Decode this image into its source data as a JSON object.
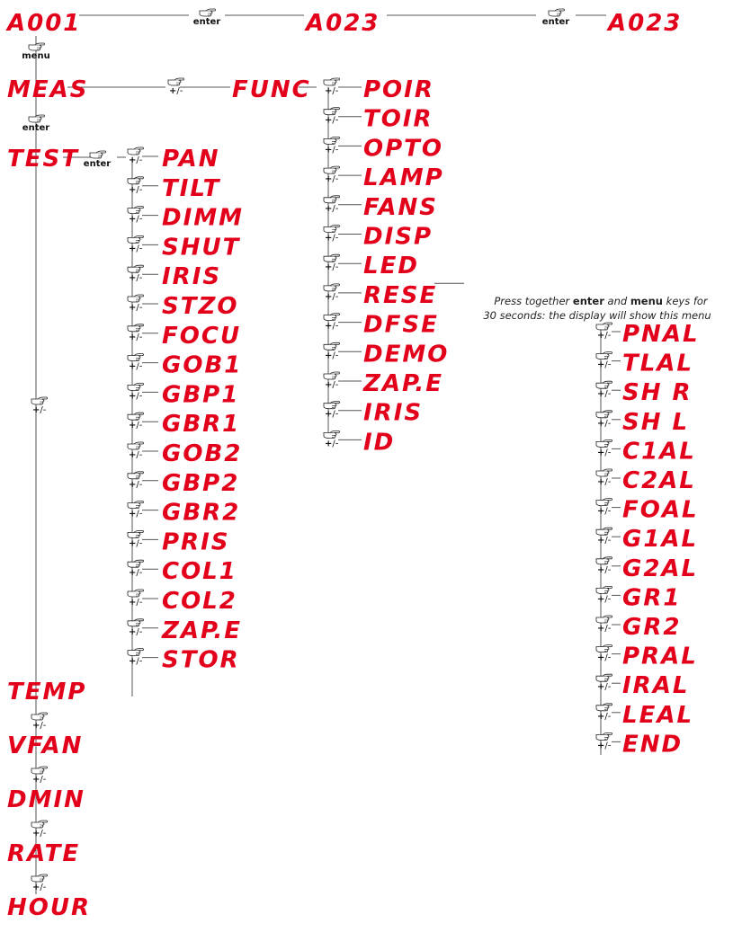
{
  "colors": {
    "display_text": "#e3001b",
    "lines": "#555555",
    "labels": "#111111"
  },
  "keys": {
    "menu": "menu",
    "enter": "enter",
    "plus_minus": "+/-",
    "hand_icon": "pointing-hand-icon"
  },
  "top_row": [
    "A001",
    "A023",
    "A023"
  ],
  "main_menu": [
    "MEAS",
    "TEST",
    "TEMP",
    "VFAN",
    "DMIN",
    "RATE",
    "HOUR"
  ],
  "meas_submenu": [
    "FUNC"
  ],
  "func_items": [
    "POIR",
    "TOIR",
    "OPTO",
    "LAMP",
    "FANS",
    "DISP",
    "LED",
    "RESE",
    "DFSE",
    "DEMO",
    "ZAP.E",
    "IRIS",
    "ID"
  ],
  "test_items": [
    "PAN",
    "TILT",
    "DIMM",
    "SHUT",
    "IRIS",
    "STZO",
    "FOCU",
    "GOB1",
    "GBP1",
    "GBR1",
    "GOB2",
    "GBP2",
    "GBR2",
    "PRIS",
    "COL1",
    "COL2",
    "ZAP.E",
    "STOR"
  ],
  "hidden_menu": {
    "note_line1_prefix": "Press together",
    "note_key1": "enter",
    "note_and": "and",
    "note_key2": "menu",
    "note_line1_suffix": "keys for",
    "note_line2": "30 seconds: the display will show this menu",
    "items": [
      "PNAL",
      "TLAL",
      "SH R",
      "SH L",
      "C1AL",
      "C2AL",
      "FOAL",
      "G1AL",
      "G2AL",
      "GR1",
      "GR2",
      "PRAL",
      "IRAL",
      "LEAL",
      "END"
    ]
  }
}
